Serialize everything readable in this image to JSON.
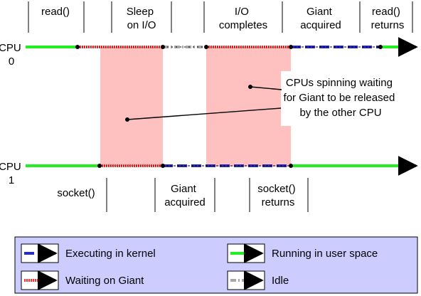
{
  "colors": {
    "kernel": "#2b2bbf",
    "user": "#22ee22",
    "giant": "#ff3030",
    "idle": "#a8a8a8",
    "spin_region": "#ffc0c0",
    "legend_bg": "#ccccff"
  },
  "top_events": [
    {
      "id": "read",
      "lines": [
        "read()"
      ]
    },
    {
      "id": "sleep",
      "lines": [
        "Sleep",
        "on I/O"
      ]
    },
    {
      "id": "io",
      "lines": [
        "I/O",
        "completes"
      ]
    },
    {
      "id": "giant-acquired",
      "lines": [
        "Giant",
        "acquired"
      ]
    },
    {
      "id": "read-returns",
      "lines": [
        "read()",
        "returns"
      ]
    }
  ],
  "bottom_events": [
    {
      "id": "socket",
      "lines": [
        "socket()"
      ]
    },
    {
      "id": "giant-acquired",
      "lines": [
        "Giant",
        "acquired"
      ]
    },
    {
      "id": "socket-returns",
      "lines": [
        "socket()",
        "returns"
      ]
    }
  ],
  "cpus": [
    {
      "id": "cpu0",
      "lines": [
        "CPU",
        "0"
      ]
    },
    {
      "id": "cpu1",
      "lines": [
        "CPU",
        "1"
      ]
    }
  ],
  "cpu0_segments": [
    {
      "state": "user"
    },
    {
      "state": "giant"
    },
    {
      "state": "idle"
    },
    {
      "state": "giant"
    },
    {
      "state": "kernel"
    },
    {
      "state": "user"
    }
  ],
  "cpu1_segments": [
    {
      "state": "user"
    },
    {
      "state": "giant"
    },
    {
      "state": "kernel"
    },
    {
      "state": "user"
    }
  ],
  "annotation": {
    "lines": [
      "CPUs spinning waiting",
      "for Giant to be released",
      "by the other CPU"
    ]
  },
  "legend": [
    {
      "id": "kernel",
      "label": "Executing in kernel"
    },
    {
      "id": "user",
      "label": "Running in user space"
    },
    {
      "id": "giant",
      "label": "Waiting on Giant"
    },
    {
      "id": "idle",
      "label": "Idle"
    }
  ]
}
